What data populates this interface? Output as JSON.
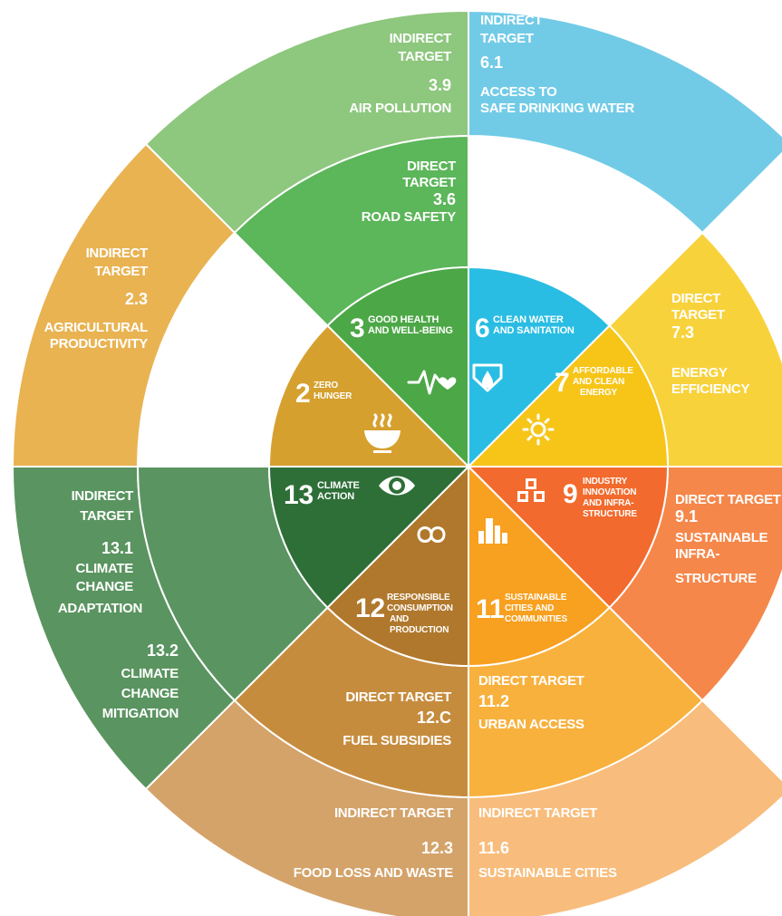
{
  "colors": {
    "sdg3": "#4ca746",
    "sdg6": "#29bde3",
    "sdg7": "#f6c518",
    "sdg9": "#f26a2d",
    "sdg11": "#f8a01f",
    "sdg12": "#b0782c",
    "sdg13": "#2e6f38",
    "sdg2": "#d6a02f"
  },
  "sdgs": [
    {
      "number": "3",
      "lines": [
        "GOOD HEALTH",
        "AND WELL-BEING"
      ],
      "icon": "heartbeat-icon"
    },
    {
      "number": "6",
      "lines": [
        "CLEAN WATER",
        "AND SANITATION"
      ],
      "icon": "water-drop-icon"
    },
    {
      "number": "7",
      "lines": [
        "AFFORDABLE",
        "AND CLEAN",
        "ENERGY"
      ],
      "icon": "sun-icon"
    },
    {
      "number": "9",
      "lines": [
        "INDUSTRY",
        "INNOVATION",
        "AND INFRA-",
        "STRUCTURE"
      ],
      "icon": "cubes-icon"
    },
    {
      "number": "11",
      "lines": [
        "SUSTAINABLE",
        "CITIES AND",
        "COMMUNITIES"
      ],
      "icon": "city-icon"
    },
    {
      "number": "12",
      "lines": [
        "RESPONSIBLE",
        "CONSUMPTION",
        "AND",
        "PRODUCTION"
      ],
      "icon": "infinity-icon"
    },
    {
      "number": "13",
      "lines": [
        "CLIMATE",
        "ACTION"
      ],
      "icon": "eye-globe-icon"
    },
    {
      "number": "2",
      "lines": [
        "ZERO",
        "HUNGER"
      ],
      "icon": "bowl-icon"
    }
  ],
  "direct_targets": {
    "t36": [
      "DIRECT",
      "TARGET",
      "3.6",
      "ROAD SAFETY"
    ],
    "t73": [
      "DIRECT",
      "TARGET",
      "7.3",
      "ENERGY",
      "EFFICIENCY"
    ],
    "t91": [
      "DIRECT TARGET",
      "9.1",
      "SUSTAINABLE",
      "INFRA-",
      "STRUCTURE"
    ],
    "t112": [
      "DIRECT TARGET",
      "11.2",
      "URBAN ACCESS"
    ],
    "t12c": [
      "DIRECT TARGET",
      "12.C",
      "FUEL SUBSIDIES"
    ]
  },
  "indirect_targets": {
    "t39": [
      "INDIRECT",
      "TARGET",
      "3.9",
      "AIR POLLUTION"
    ],
    "t61": [
      "INDIRECT",
      "TARGET",
      "6.1",
      "ACCESS TO",
      "SAFE DRINKING WATER"
    ],
    "t23": [
      "INDIRECT",
      "TARGET",
      "2.3",
      "AGRICULTURAL",
      "PRODUCTIVITY"
    ],
    "t131": [
      "INDIRECT",
      "TARGET",
      "13.1",
      "CLIMATE",
      "CHANGE",
      "ADAPTATION"
    ],
    "t132": [
      "13.2",
      "CLIMATE",
      "CHANGE",
      "MITIGATION"
    ],
    "t123": [
      "INDIRECT TARGET",
      "12.3",
      "FOOD LOSS AND WASTE"
    ],
    "t116": [
      "INDIRECT TARGET",
      "11.6",
      "SUSTAINABLE CITIES"
    ]
  }
}
